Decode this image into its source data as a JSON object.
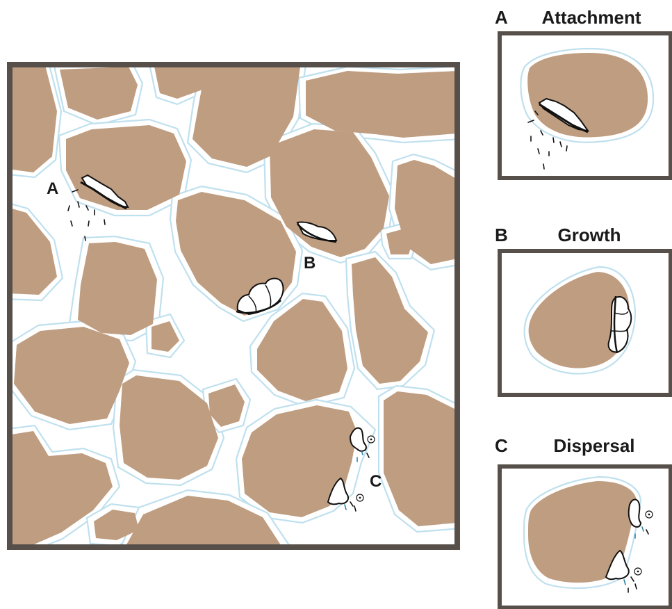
{
  "main": {
    "stage_markers": [
      "A",
      "B",
      "C"
    ]
  },
  "panels": [
    {
      "letter": "A",
      "title": "Attachment"
    },
    {
      "letter": "B",
      "title": "Growth"
    },
    {
      "letter": "C",
      "title": "Dispersal"
    }
  ],
  "colors": {
    "grain": "#bf9d80",
    "water_film": "#bfe0ee",
    "frame": "#57504a",
    "biofilm_outline": "#111111"
  }
}
